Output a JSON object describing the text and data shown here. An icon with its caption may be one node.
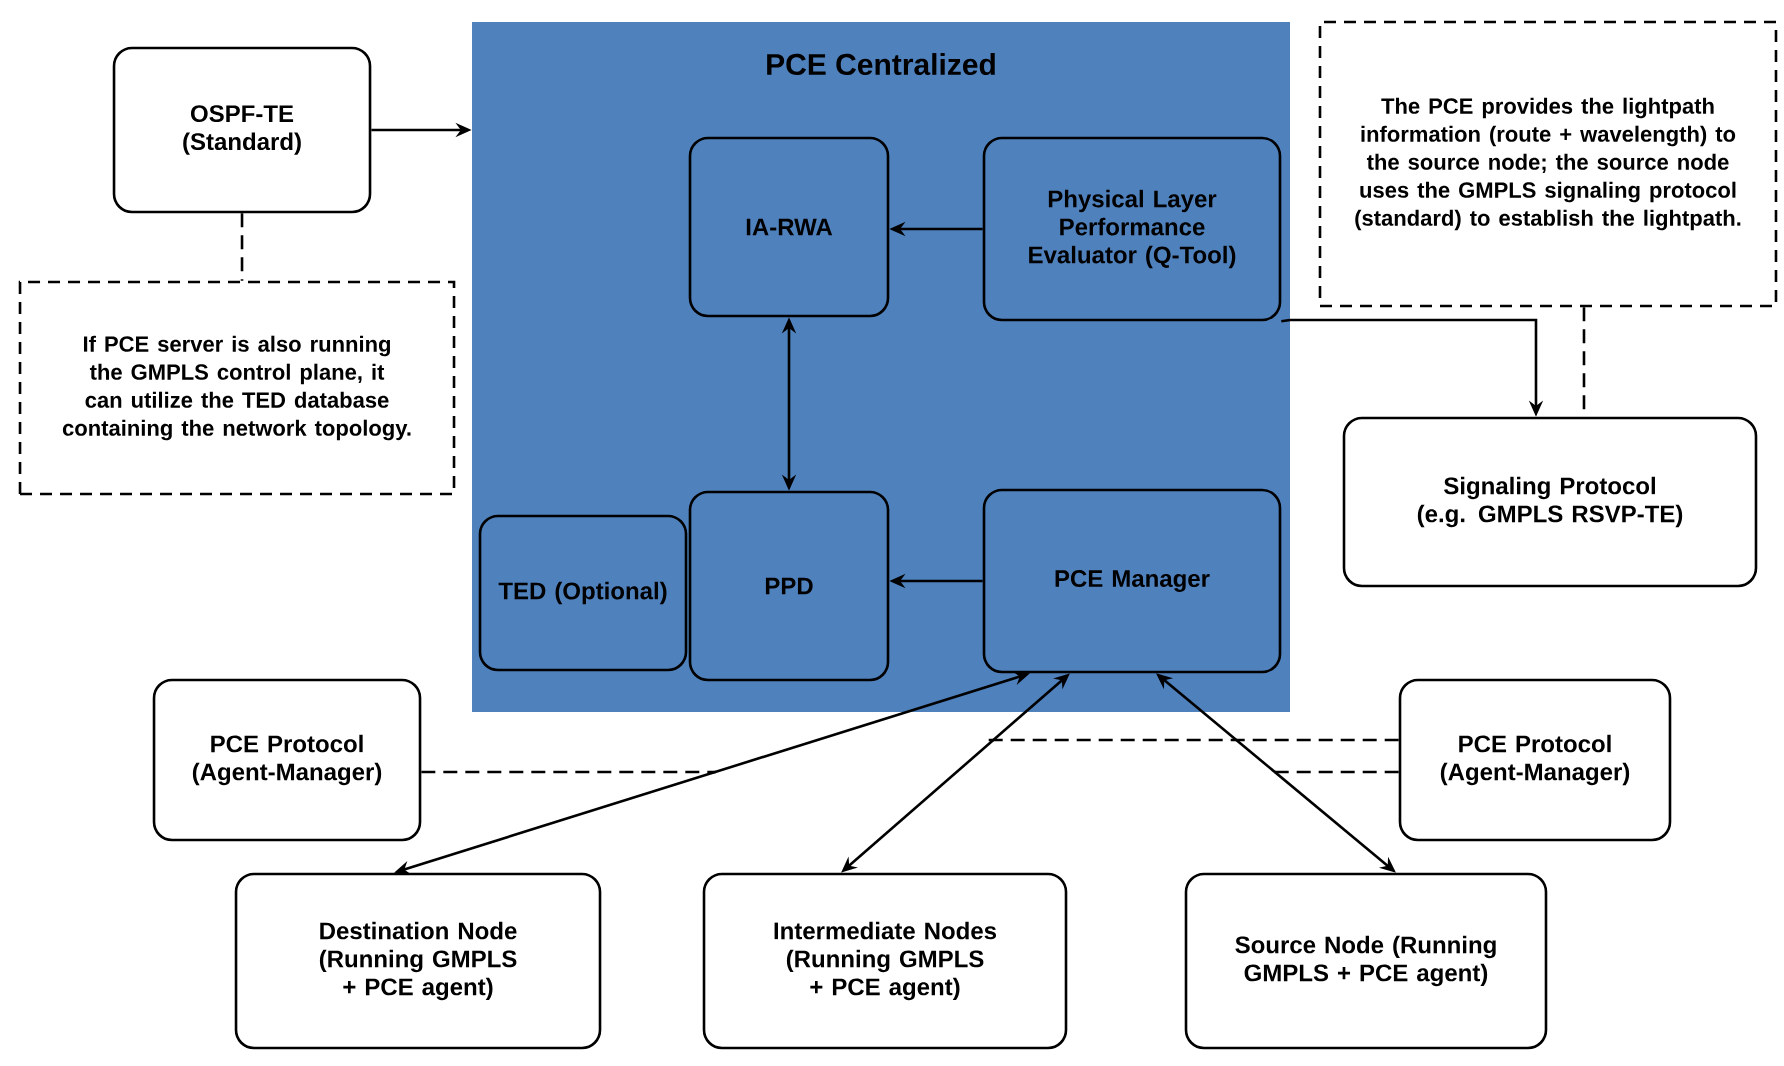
{
  "diagram": {
    "nodes": [
      {
        "text": [
          "OSPF-TE (Standard)"
        ]
      },
      {
        "text": [
          "If PCE server is also running the GMPLS control plane, it can utilize the TED database containing the network topology."
        ]
      },
      {
        "text": [
          "PCE Centralized"
        ]
      },
      {
        "text": [
          "IA-RWA"
        ],
        "in": 2
      },
      {
        "text": [
          "Physical Layer Performance Evaluator (Q-Tool)"
        ],
        "in": 2
      },
      {
        "text": [
          "The PCE provides the lightpath information (route + wavelength) to the source node; the source node uses the GMPLS signaling protocol (standard) to establish the lightpath."
        ]
      },
      {
        "text": [
          "Signaling Protocol (e.g. GMPLS RSVP-TE)"
        ]
      },
      {
        "text": [
          "TED (Optional)"
        ],
        "in": 2
      },
      {
        "text": [
          "PPD"
        ],
        "in": 2
      },
      {
        "text": [
          "PCE Manager"
        ],
        "in": 2
      },
      {
        "text": [
          "PCE Protocol (Agent-Manager)"
        ]
      },
      {
        "text": [
          "PCE Protocol (Agent-Manager)"
        ]
      },
      {
        "text": [
          "Destination Node (Running GMPLS + PCE agent)"
        ]
      },
      {
        "text": [
          "Intermediate Nodes (Running GMPLS + PCE agent)"
        ]
      },
      {
        "text": [
          "Source Node (Running GMPLS + PCE agent)"
        ]
      }
    ],
    "edges": [
      {
        "from": 0,
        "to": 2,
        "arrow": "to"
      },
      {
        "from": 0,
        "to": 1,
        "arrow": "none",
        "style": "dashed"
      },
      {
        "from": 4,
        "to": 3,
        "arrow": "to"
      },
      {
        "from": 3,
        "to": 8,
        "arrow": "both"
      },
      {
        "from": 9,
        "to": 8,
        "arrow": "to"
      },
      {
        "from": 4,
        "to": 6,
        "arrow": "to"
      },
      {
        "from": 5,
        "to": 6,
        "arrow": "none",
        "style": "dashed"
      },
      {
        "from": 9,
        "to": 12,
        "arrow": "both"
      },
      {
        "from": 9,
        "to": 13,
        "arrow": "both"
      },
      {
        "from": 9,
        "to": 14,
        "arrow": "both"
      },
      {
        "from": 10,
        "to": null,
        "arrow": "none",
        "style": "dashed"
      },
      {
        "from": 11,
        "to": null,
        "arrow": "none",
        "style": "dashed"
      },
      {
        "from": 11,
        "to": null,
        "arrow": "none",
        "style": "dashed"
      }
    ]
  }
}
